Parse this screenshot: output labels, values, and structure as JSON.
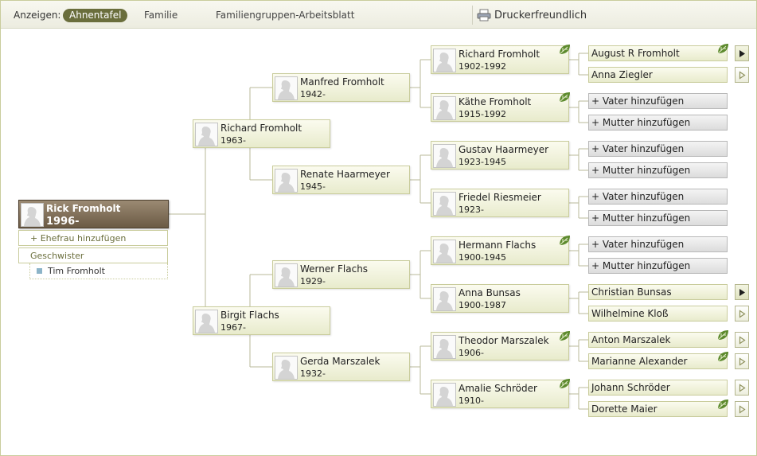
{
  "toolbar": {
    "show_label": "Anzeigen:",
    "tabs": [
      "Ahnentafel",
      "Familie",
      "Familiengruppen-Arbeitsblatt"
    ],
    "print_label": "Druckerfreundlich"
  },
  "root": {
    "name": "Rick Fromholt",
    "dates": "1996-"
  },
  "root_actions": {
    "add_spouse": "+ Ehefrau hinzufügen",
    "siblings_label": "Geschwister",
    "siblings": [
      "Tim Fromholt"
    ]
  },
  "parents": [
    {
      "name": "Richard  Fromholt",
      "dates": "1963-"
    },
    {
      "name": "Birgit Flachs",
      "dates": "1967-"
    }
  ],
  "grandparents": [
    {
      "name": "Manfred  Fromholt",
      "dates": "1942-"
    },
    {
      "name": "Renate Haarmeyer",
      "dates": "1945-"
    },
    {
      "name": "Werner Flachs",
      "dates": "1929-"
    },
    {
      "name": "Gerda Marszalek",
      "dates": "1932-"
    }
  ],
  "great_grandparents": [
    {
      "name": "Richard  Fromholt",
      "dates": "1902-1992",
      "hint": true
    },
    {
      "name": "Käthe Fromholt",
      "dates": "1915-1992",
      "hint": true
    },
    {
      "name": "Gustav Haarmeyer",
      "dates": "1923-1945",
      "hint": false
    },
    {
      "name": "Friedel Riesmeier",
      "dates": "1923-",
      "hint": false
    },
    {
      "name": "Hermann Flachs",
      "dates": "1900-1945",
      "hint": true
    },
    {
      "name": "Anna Bunsas",
      "dates": "1900-1987",
      "hint": false
    },
    {
      "name": "Theodor Marszalek",
      "dates": "1906-",
      "hint": true
    },
    {
      "name": "Amalie Schröder",
      "dates": "1910-",
      "hint": true
    }
  ],
  "next_generation": [
    {
      "label": "August R Fromholt",
      "kind": "person",
      "hint": true,
      "arrow": "filled"
    },
    {
      "label": "Anna Ziegler",
      "kind": "person",
      "hint": false,
      "arrow": "outline"
    },
    {
      "label": "+ Vater hinzufügen",
      "kind": "add",
      "hint": false,
      "arrow": "none"
    },
    {
      "label": "+ Mutter hinzufügen",
      "kind": "add",
      "hint": false,
      "arrow": "none"
    },
    {
      "label": "+ Vater hinzufügen",
      "kind": "add",
      "hint": false,
      "arrow": "none"
    },
    {
      "label": "+ Mutter hinzufügen",
      "kind": "add",
      "hint": false,
      "arrow": "none"
    },
    {
      "label": "+ Vater hinzufügen",
      "kind": "add",
      "hint": false,
      "arrow": "none"
    },
    {
      "label": "+ Mutter hinzufügen",
      "kind": "add",
      "hint": false,
      "arrow": "none"
    },
    {
      "label": "+ Vater hinzufügen",
      "kind": "add",
      "hint": false,
      "arrow": "none"
    },
    {
      "label": "+ Mutter hinzufügen",
      "kind": "add",
      "hint": false,
      "arrow": "none"
    },
    {
      "label": "Christian Bunsas",
      "kind": "person",
      "hint": false,
      "arrow": "filled"
    },
    {
      "label": "Wilhelmine Kloß",
      "kind": "person",
      "hint": false,
      "arrow": "outline"
    },
    {
      "label": "Anton Marszalek",
      "kind": "person",
      "hint": true,
      "arrow": "outline"
    },
    {
      "label": "Marianne Alexander",
      "kind": "person",
      "hint": true,
      "arrow": "outline"
    },
    {
      "label": "Johann Schröder",
      "kind": "person",
      "hint": false,
      "arrow": "outline"
    },
    {
      "label": "Dorette Maier",
      "kind": "person",
      "hint": true,
      "arrow": "outline"
    }
  ],
  "icons": {
    "photo": "silhouette-placeholder-icon",
    "hint": "green-leaf-icon",
    "print": "printer-icon",
    "expand": "triangle-right-icon"
  },
  "colors": {
    "accent": "#6a6e3c",
    "root_box": "#7a6951",
    "leaf": "#5d8a2e"
  }
}
